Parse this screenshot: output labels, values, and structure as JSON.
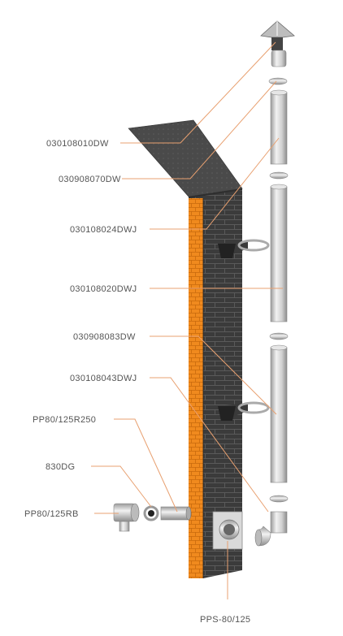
{
  "labels": {
    "cap": "030108010DW",
    "adapter": "030908070DW",
    "pipe_top": "030108024DWJ",
    "pipe_mid": "030108020DWJ",
    "coupler": "030908083DW",
    "pipe_low": "030108043DWJ",
    "extension": "PP80/125R250",
    "gasket": "830DG",
    "boiler_elbow": "PP80/125RB",
    "wall_pass": "PPS-80/125"
  },
  "colors": {
    "brick_orange": "#f08a1e",
    "brick_dark": "#3a3a3a",
    "leader": "#e8a070",
    "steel": "#c8c8c8",
    "label_text": "#555555"
  }
}
